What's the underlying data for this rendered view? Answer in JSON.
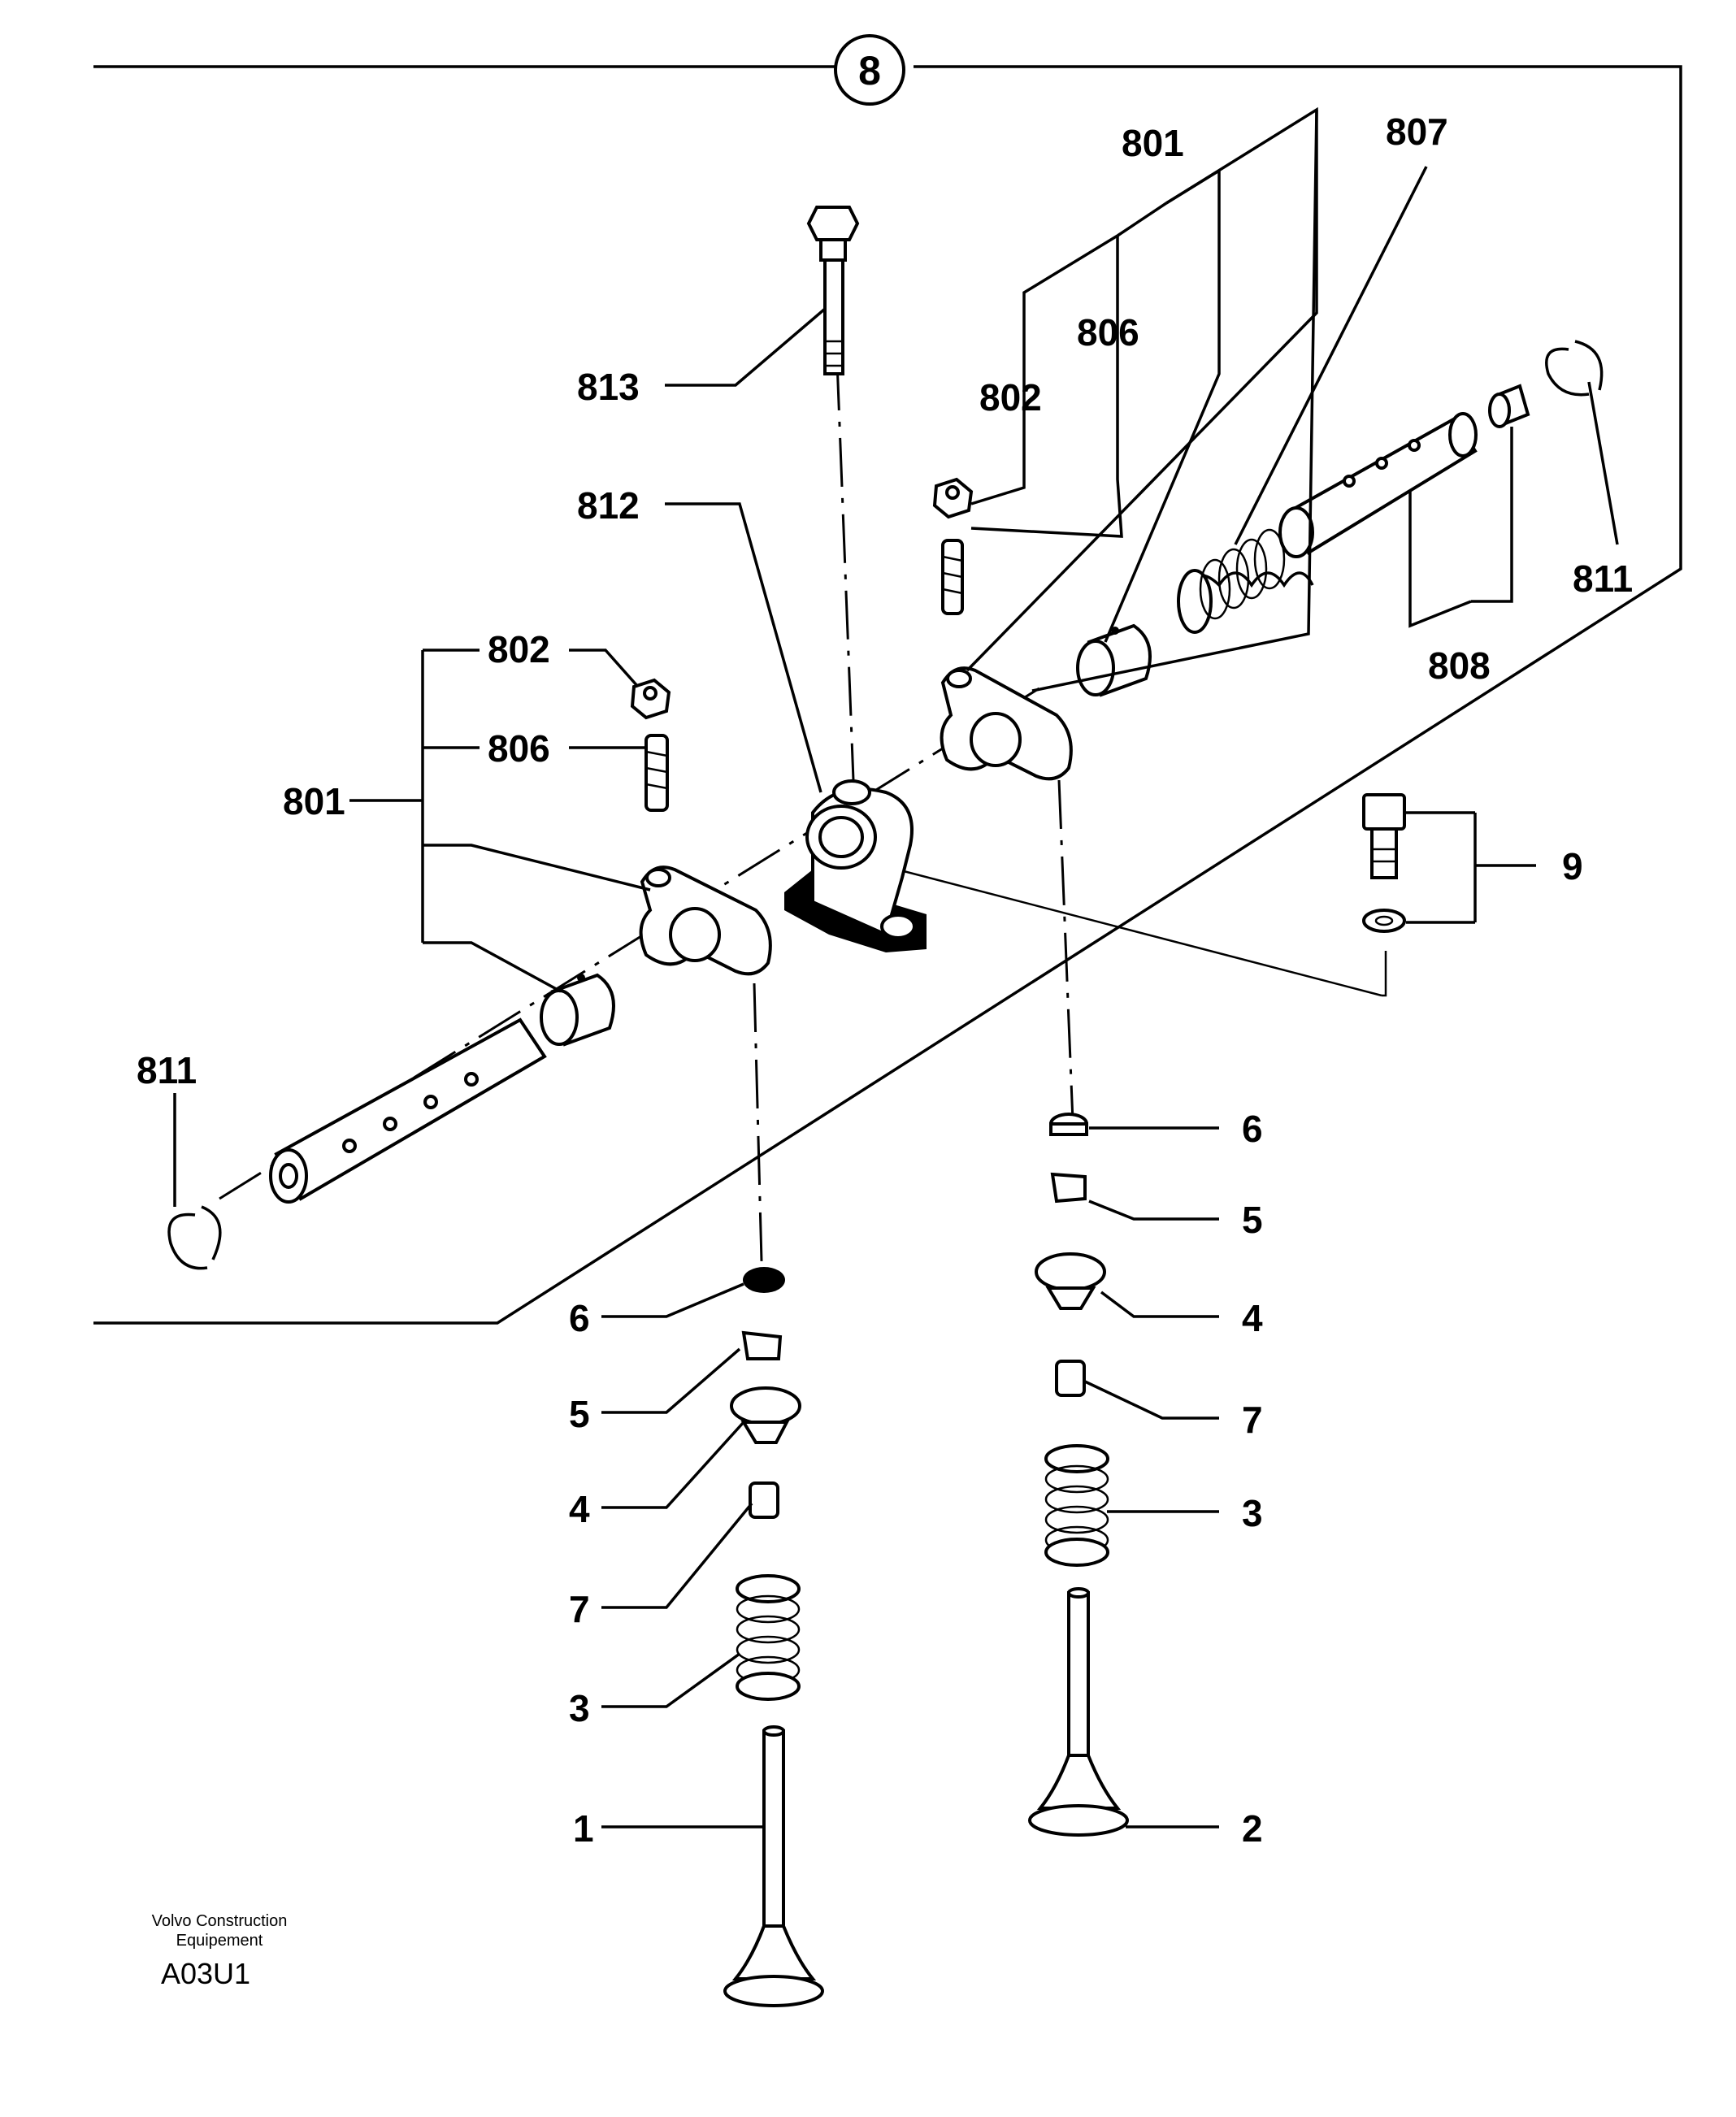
{
  "diagram": {
    "group_label": "8",
    "labels": {
      "p813": "813",
      "p812": "812",
      "p801_top": "801",
      "p807": "807",
      "p806_top": "806",
      "p802_top": "802",
      "p811_right": "811",
      "p808": "808",
      "p802_left": "802",
      "p806_left": "806",
      "p801_left": "801",
      "p9": "9",
      "p811_left": "811",
      "p6_right": "6",
      "p5_right": "5",
      "p4_right": "4",
      "p7_right": "7",
      "p3_right": "3",
      "p2": "2",
      "p6_left": "6",
      "p5_left": "5",
      "p4_left": "4",
      "p7_left": "7",
      "p3_left": "3",
      "p1": "1"
    }
  },
  "footer": {
    "company_line1": "Volvo Construction",
    "company_line2": "Equipement",
    "code": "A03U1"
  }
}
